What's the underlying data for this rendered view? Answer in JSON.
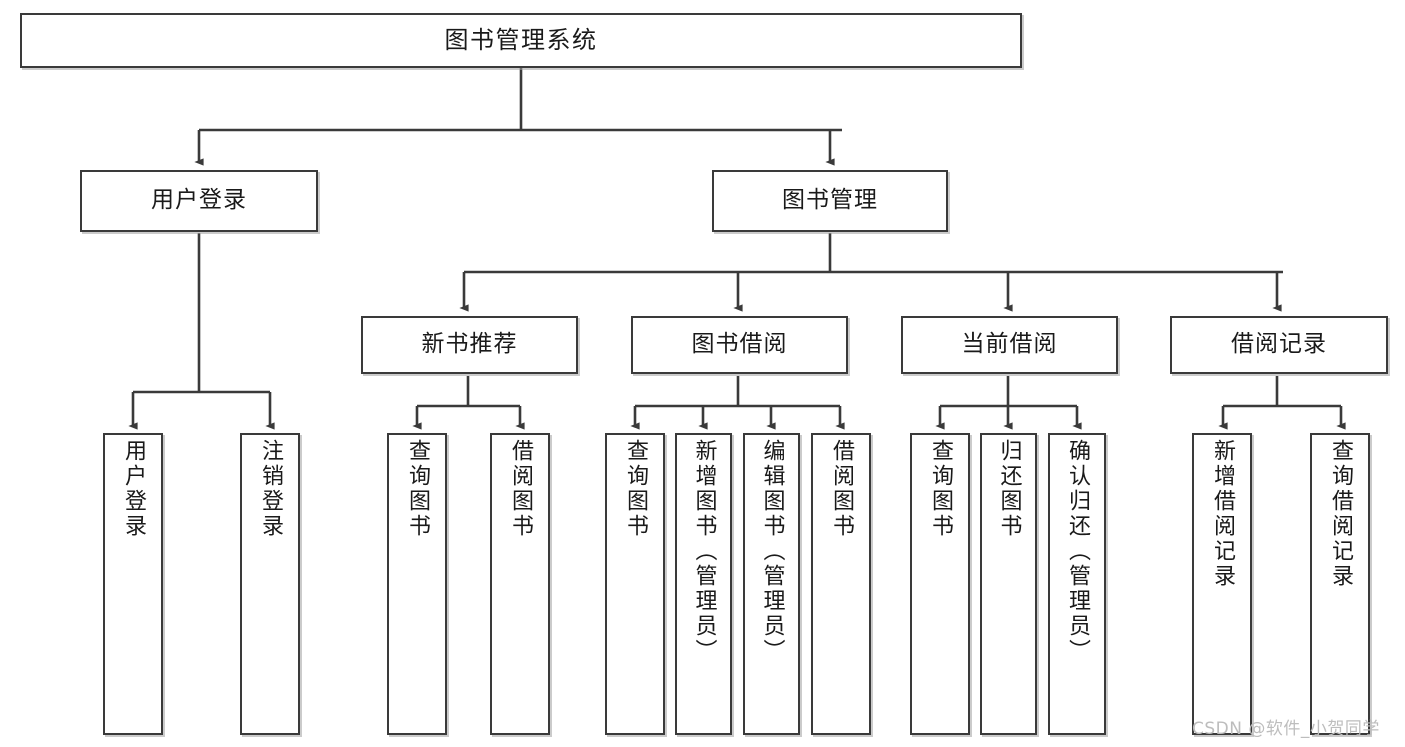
{
  "diagram": {
    "title": "图书管理系统",
    "type": "tree-hierarchy",
    "watermark": "CSDN @软件_小贺同学",
    "colors": {
      "background": "#ffffff",
      "box_border": "#3a3a3a",
      "box_fill": "#ffffff",
      "connector": "#3a3a3a",
      "text": "#1a1a1a",
      "watermark": "#bdbdbd"
    },
    "nodes": {
      "root": {
        "label": "图书管理系统"
      },
      "level2": [
        {
          "id": "user-login",
          "label": "用户登录"
        },
        {
          "id": "book-management",
          "label": "图书管理"
        }
      ],
      "level3": [
        {
          "id": "new-book-recommend",
          "label": "新书推荐"
        },
        {
          "id": "book-borrow",
          "label": "图书借阅"
        },
        {
          "id": "current-borrow",
          "label": "当前借阅"
        },
        {
          "id": "borrow-record",
          "label": "借阅记录"
        }
      ],
      "leaves": [
        {
          "id": "leaf-user-login",
          "label": "用户登录",
          "parent": "用户登录"
        },
        {
          "id": "leaf-logout",
          "label": "注销登录",
          "parent": "用户登录"
        },
        {
          "id": "leaf-query-book-1",
          "label": "查询图书",
          "parent": "新书推荐"
        },
        {
          "id": "leaf-borrow-book-1",
          "label": "借阅图书",
          "parent": "新书推荐"
        },
        {
          "id": "leaf-query-book-2",
          "label": "查询图书",
          "parent": "图书借阅"
        },
        {
          "id": "leaf-add-book",
          "label": "新增图书（管理员）",
          "parent": "图书借阅"
        },
        {
          "id": "leaf-edit-book",
          "label": "编辑图书（管理员）",
          "parent": "图书借阅"
        },
        {
          "id": "leaf-borrow-book-2",
          "label": "借阅图书",
          "parent": "图书借阅"
        },
        {
          "id": "leaf-query-book-3",
          "label": "查询图书",
          "parent": "当前借阅"
        },
        {
          "id": "leaf-return-book",
          "label": "归还图书",
          "parent": "当前借阅"
        },
        {
          "id": "leaf-confirm-return",
          "label": "确认归还（管理员）",
          "parent": "当前借阅"
        },
        {
          "id": "leaf-add-record",
          "label": "新增借阅记录",
          "parent": "借阅记录"
        },
        {
          "id": "leaf-query-record",
          "label": "查询借阅记录",
          "parent": "借阅记录"
        }
      ]
    }
  }
}
